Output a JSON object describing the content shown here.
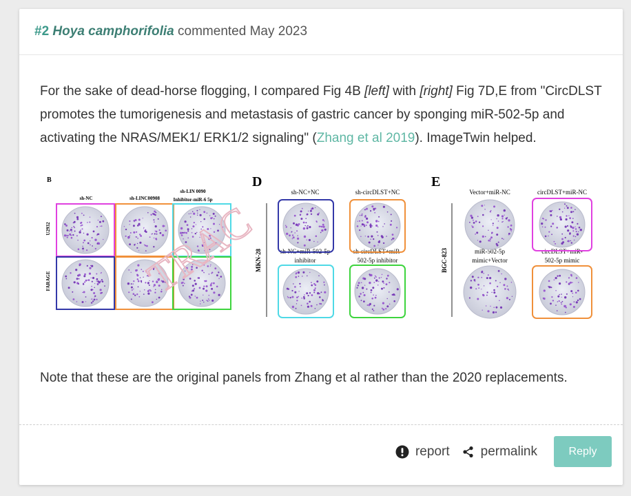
{
  "comment": {
    "number": "#2",
    "author": "Hoya camphorifolia",
    "meta": "commented May 2023",
    "paragraph": {
      "p1": "For the sake of dead-horse flogging, I compared Fig 4B ",
      "left": "[left]",
      "p2": " with ",
      "right": "[right]",
      "p3": " Fig 7D,E from \"CircDLST promotes the tumorigenesis and metastasis of gastric cancer by sponging miR-502-5p and activating the NRAS/MEK1/ ERK1/2 signaling\" (",
      "link": "Zhang et al 2019",
      "p4": "). ImageTwin helped."
    },
    "note": "Note that these are the original panels from Zhang et al rather than the 2020 replacements."
  },
  "figure": {
    "panel_b": {
      "letter": "B",
      "cols": [
        "sh-NC",
        "sh-LINC00908",
        "sh-LIN 0090",
        "Inhibitor-miR-6 5p"
      ],
      "rows": [
        "U2932",
        "FARAGE"
      ],
      "watermark": "TRAC"
    },
    "panel_d": {
      "letter": "D",
      "labels": [
        "sh-NC+NC",
        "sh-circDLST+NC",
        "sh-NC+miR-502-5p",
        "inhibitor",
        "sh-circDLST+miR-",
        "502-5p inhibitor"
      ],
      "side": "MKN-28"
    },
    "panel_e": {
      "letter": "E",
      "labels": [
        "Vector+miR-NC",
        "circDLST+miR-NC",
        "miR-502-5p",
        "mimic+Vector",
        "circDLST+miR-",
        "502-5p mimic"
      ],
      "side": "BGC-823"
    },
    "colors": {
      "magenta": "#e040e0",
      "orange": "#f0903a",
      "cyan": "#4ed9e6",
      "navy": "#3338a8",
      "green": "#3dd43d"
    }
  },
  "actions": {
    "report": "report",
    "permalink": "permalink",
    "reply": "Reply"
  },
  "colors": {
    "accent": "#3d9a8b",
    "link": "#5fb7a4",
    "reply_bg": "#7dcbbf"
  }
}
